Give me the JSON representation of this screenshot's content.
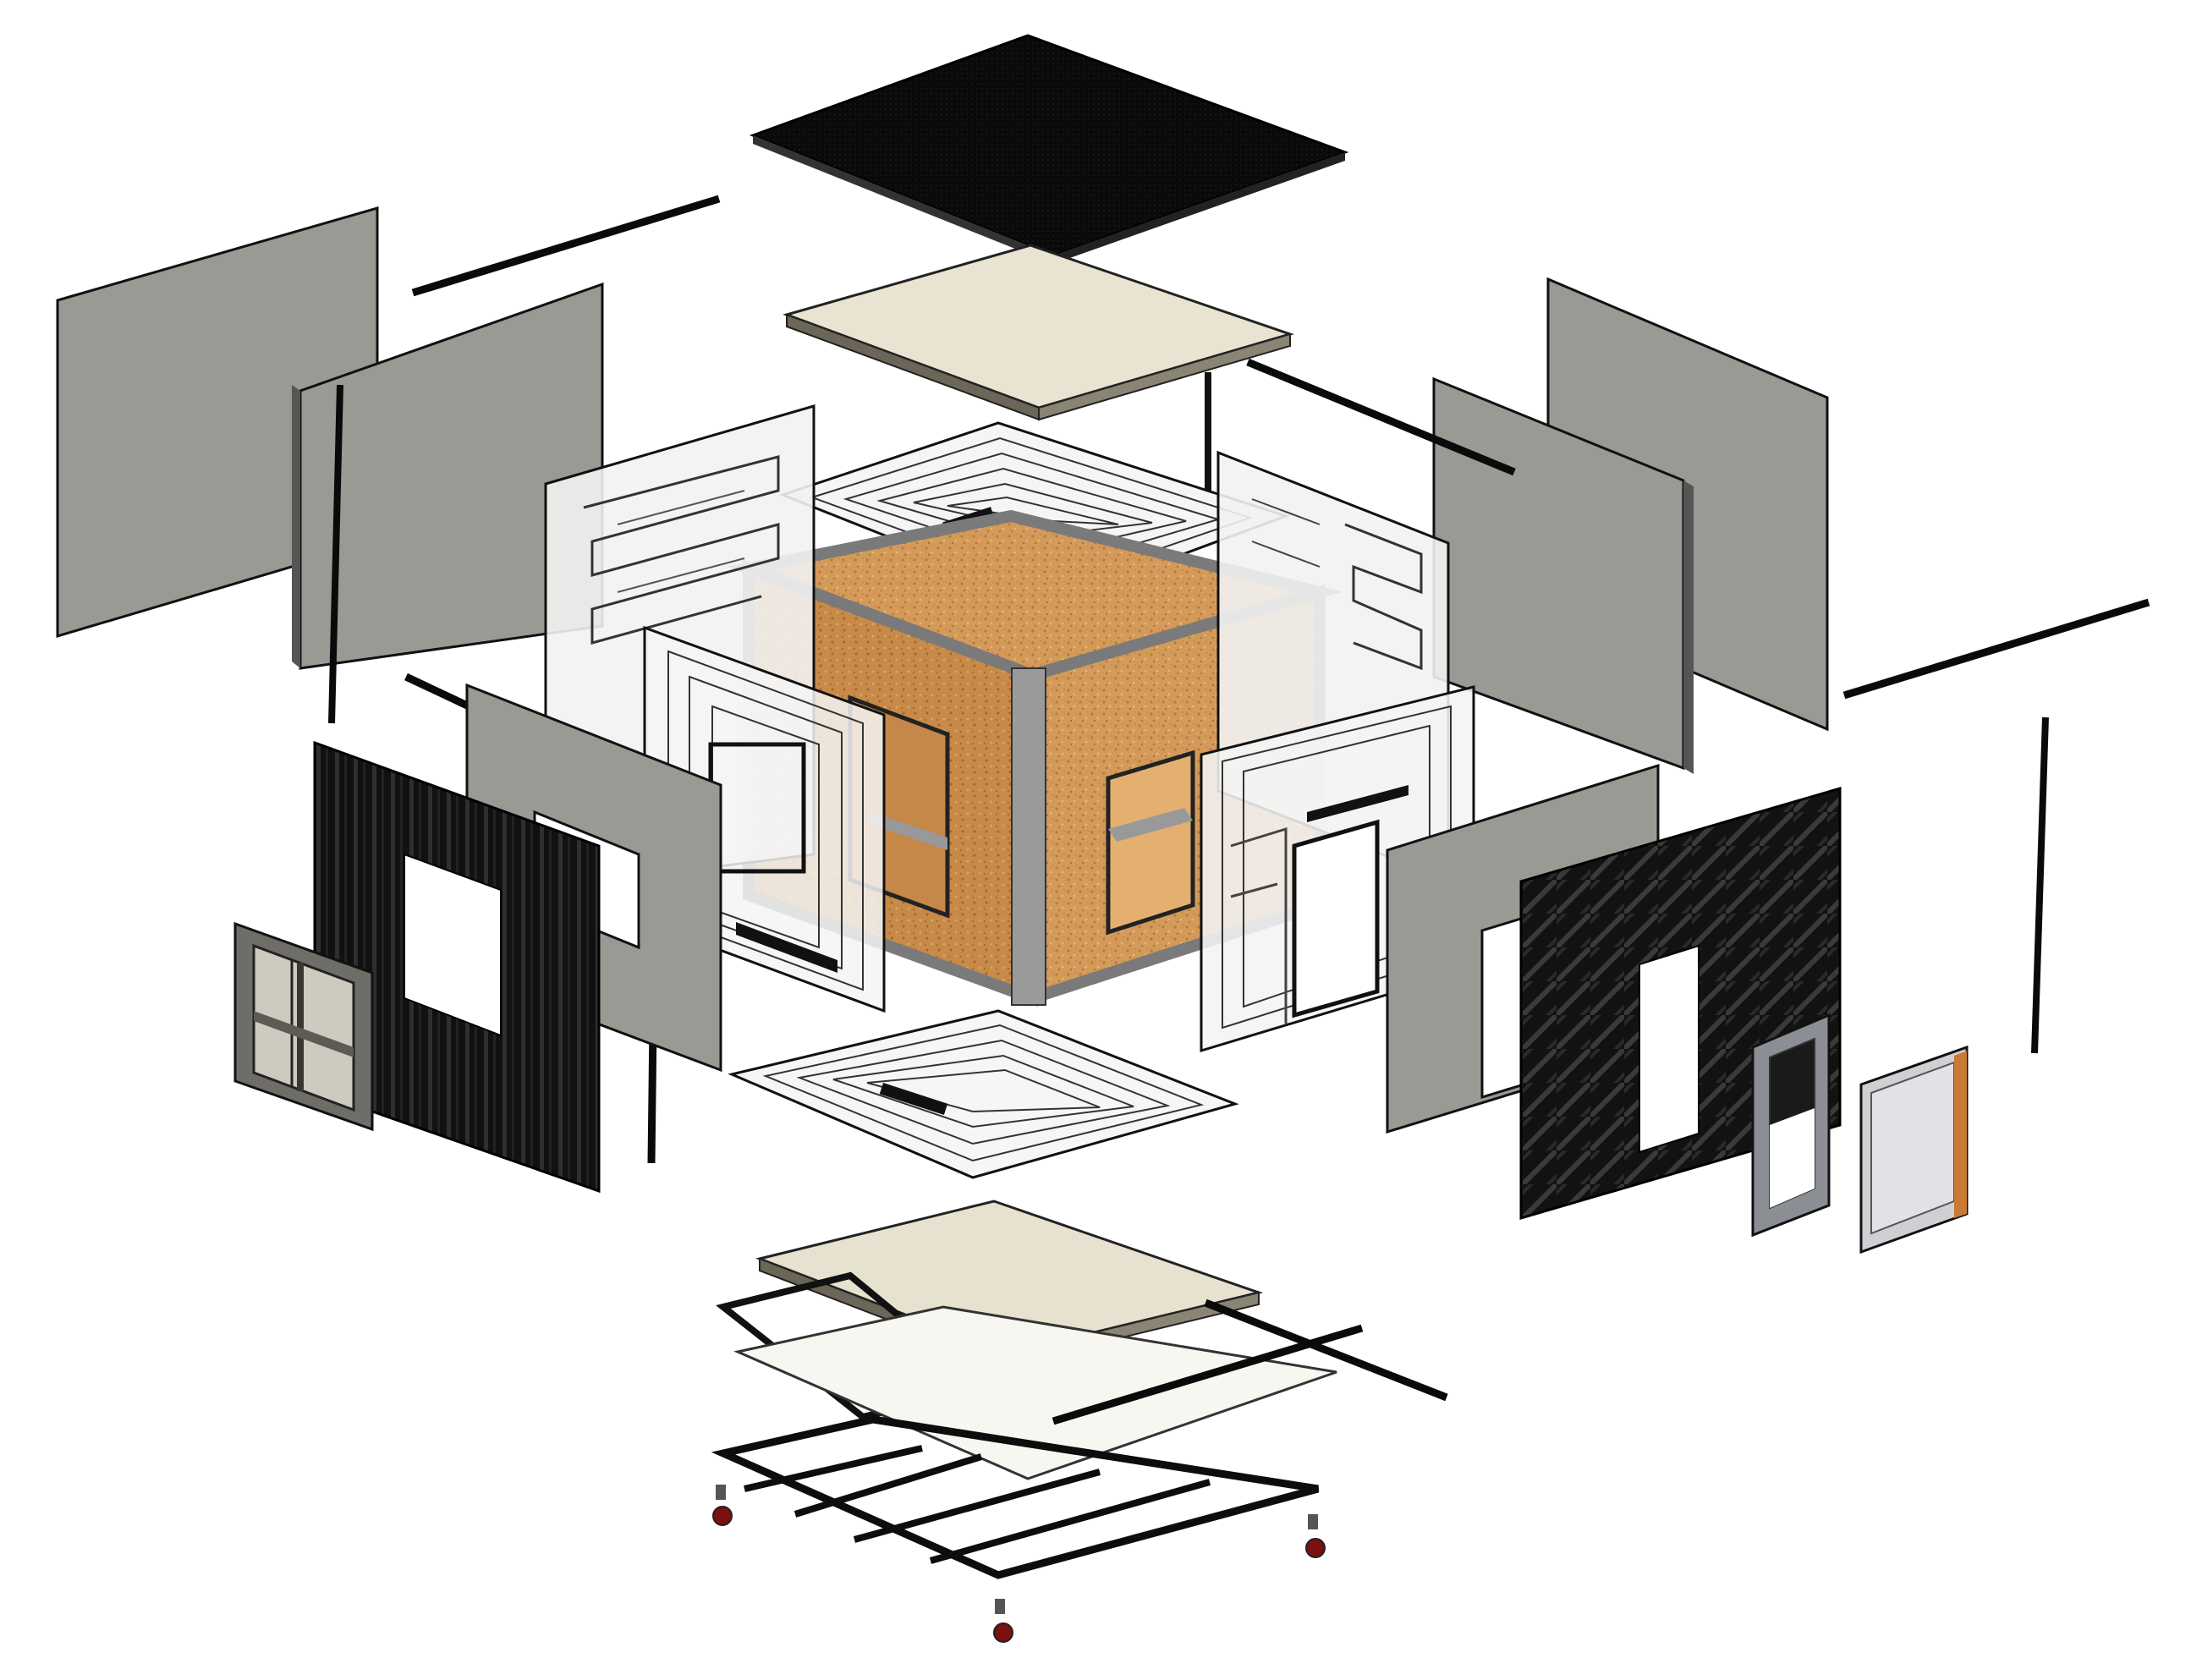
{
  "diagram": {
    "kind": "exploded-assembly",
    "parts": [
      {
        "name": "roof-membrane-panel",
        "color": "#080808"
      },
      {
        "name": "ceiling-board",
        "color": "#e9e3d2"
      },
      {
        "name": "ceiling-heating-coil-panel",
        "color": "#f4f4f4"
      },
      {
        "name": "central-cube-core",
        "color": "#d39a5a"
      },
      {
        "name": "steel-frame-edges",
        "color": "#9a9a9a"
      },
      {
        "name": "wall-cladding-panels",
        "color": "#9b9993"
      },
      {
        "name": "wall-heating-coil-panels",
        "color": "#f2f2f2"
      },
      {
        "name": "insulation-foil-panels",
        "color": "#161616"
      },
      {
        "name": "window-unit",
        "color": "#6f6d68"
      },
      {
        "name": "door-frame",
        "color": "#8b8e94"
      },
      {
        "name": "door-leaf",
        "color": "#cfd0d3"
      },
      {
        "name": "floor-heating-coil-panel",
        "color": "#f6f6f6"
      },
      {
        "name": "floor-board",
        "color": "#e7e1cf"
      },
      {
        "name": "floor-sheet",
        "color": "#f8f6f1"
      },
      {
        "name": "base-frame",
        "color": "#111111"
      },
      {
        "name": "caster-feet",
        "color": "#7a1010"
      }
    ]
  }
}
